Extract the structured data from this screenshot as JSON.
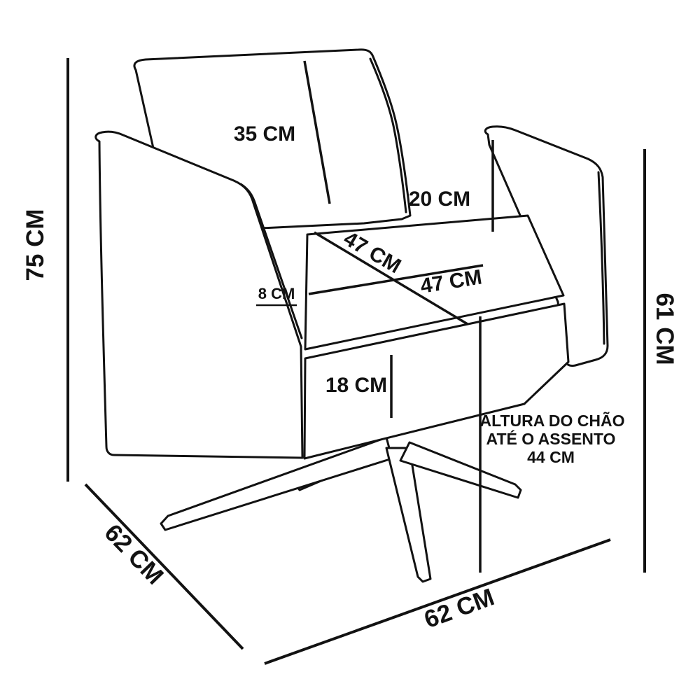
{
  "diagram": {
    "type": "product-dimension-diagram",
    "subject": "armchair with swivel star base",
    "unit": "CM",
    "colors": {
      "line": "#121212",
      "background": "#ffffff"
    },
    "labels": {
      "total_height": "75 CM",
      "side_depth": "62 CM",
      "backrest_height": "35 CM",
      "backrest_to_arm_drop": "20 CM",
      "seat_depth": "47 CM",
      "seat_width": "47 CM",
      "armrest_width": "8 CM",
      "seat_skirt_height": "18 CM",
      "arm_height": "61 CM",
      "front_width": "62 CM",
      "seat_height_note_line1": "ALTURA DO CHÃO",
      "seat_height_note_line2": "ATÉ O ASSENTO",
      "seat_height_note_line3": "44 CM"
    }
  }
}
